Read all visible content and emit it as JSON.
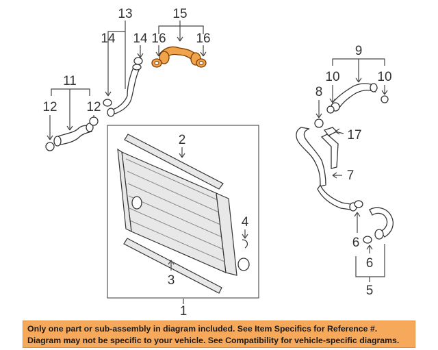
{
  "callouts": {
    "c1": "1",
    "c2": "2",
    "c3": "3",
    "c4": "4",
    "c5": "5",
    "c6a": "6",
    "c6b": "6",
    "c7": "7",
    "c8": "8",
    "c9": "9",
    "c10a": "10",
    "c10b": "10",
    "c11": "11",
    "c12a": "12",
    "c12b": "12",
    "c13": "13",
    "c14a": "14",
    "c14b": "14",
    "c15": "15",
    "c16a": "16",
    "c16b": "16",
    "c17": "17"
  },
  "disclaimer": {
    "line1": "Only one part or sub-assembly in diagram included. See Item Specifics for Reference #.",
    "line2": "Diagram may not be specific to your vehicle. See Compatibility for vehicle-specific diagrams."
  },
  "colors": {
    "highlight": "#f0a34a",
    "banner": "#f6a95b"
  }
}
